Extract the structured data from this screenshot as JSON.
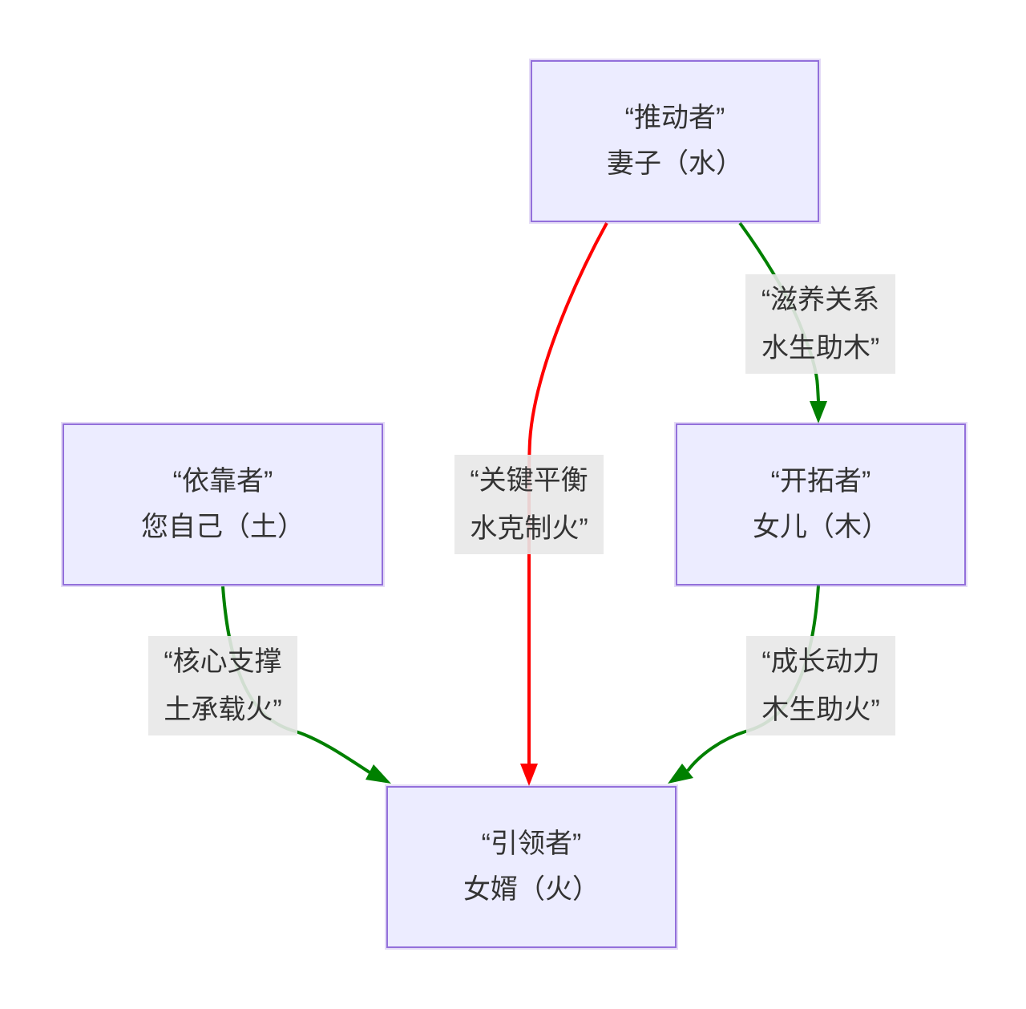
{
  "diagram": {
    "type": "flowchart",
    "description": "Family five-elements (wuxing) relationship diagram",
    "nodes": {
      "wife": {
        "role": "“推动者”",
        "person": "妻子（水）"
      },
      "self": {
        "role": "“依靠者”",
        "person": "您自己（土）"
      },
      "daughter": {
        "role": "“开拓者”",
        "person": "女儿（木）"
      },
      "soninlaw": {
        "role": "“引领者”",
        "person": "女婿（火）"
      }
    },
    "edges": {
      "wife_to_daughter": {
        "from": "妻子（水）",
        "to": "女儿（木）",
        "color": "green",
        "label_line1": "“滋养关系",
        "label_line2": "水生助木”"
      },
      "wife_to_soninlaw": {
        "from": "妻子（水）",
        "to": "女婿（火）",
        "color": "red",
        "label_line1": "“关键平衡",
        "label_line2": "水克制火”"
      },
      "self_to_soninlaw": {
        "from": "您自己（土）",
        "to": "女婿（火）",
        "color": "green",
        "label_line1": "“核心支撑",
        "label_line2": "土承载火”"
      },
      "daughter_to_soninlaw": {
        "from": "女儿（木）",
        "to": "女婿（火）",
        "color": "green",
        "label_line1": "“成长动力",
        "label_line2": "木生助火”"
      }
    }
  },
  "colors": {
    "canvas_bg": "#ffffff",
    "node_fill": "#ECECFF",
    "node_border": "#9370DB",
    "edge_green": "#008000",
    "edge_red": "#FF0000",
    "label_bg": "rgba(232,232,232,0.9)",
    "text_color": "#333333"
  }
}
